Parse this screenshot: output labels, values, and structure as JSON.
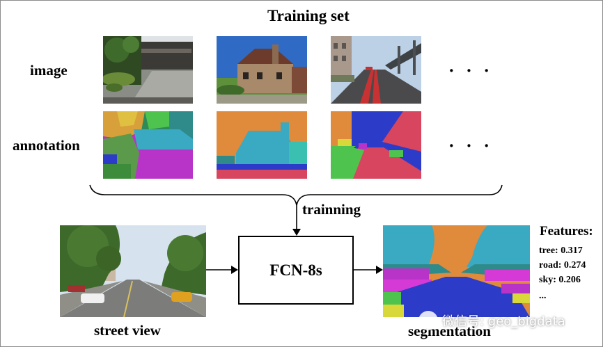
{
  "title": "Training set",
  "row_labels": {
    "image": "image",
    "annotation": "annotation"
  },
  "ellipsis": "· · ·",
  "trainning_label": "trainning",
  "model_label": "FCN-8s",
  "input_label": "street view",
  "output_label": "segmentation",
  "features_title": "Features:",
  "features": [
    {
      "name": "tree:",
      "value": "0.317"
    },
    {
      "name": "road:",
      "value": "0.274"
    },
    {
      "name": "sky:",
      "value": "0.206"
    }
  ],
  "features_more": "...",
  "watermark": "微信号: geo_bigdata",
  "colors": {
    "seg_orange": "#e08a3c",
    "seg_cyan": "#3aa9c2",
    "seg_purple": "#b834c8",
    "seg_magenta": "#d63ad6",
    "seg_blue": "#2d3cc8",
    "seg_green": "#4ec44e",
    "seg_yellow": "#d8d83a",
    "seg_red": "#d8455f",
    "seg_dark_green": "#2f8a5a"
  }
}
